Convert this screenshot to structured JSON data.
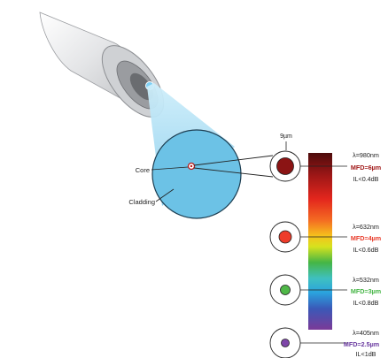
{
  "labels": {
    "core": "Core",
    "cladding": "Cladding",
    "core_diameter": "9µm"
  },
  "wavelengths": [
    {
      "wavelength": "λ=980nm",
      "mfd": "MFD=6µm",
      "il": "IL<0.4dB",
      "color": "#8b1414",
      "mfd_color": "#a01818"
    },
    {
      "wavelength": "λ=632nm",
      "mfd": "MFD=4µm",
      "il": "IL<0.6dB",
      "color": "#ee3c2a",
      "mfd_color": "#e83b2a"
    },
    {
      "wavelength": "λ=532nm",
      "mfd": "MFD=3µm",
      "il": "IL<0.8dB",
      "color": "#4fb848",
      "mfd_color": "#45b545"
    },
    {
      "wavelength": "λ=405nm",
      "mfd": "MFD=2.5µm",
      "il": "IL<1dB",
      "color": "#7d45a8",
      "mfd_color": "#6a3aa0"
    }
  ],
  "colors": {
    "cladding_fill": "#6cc2e6",
    "beam_fill": "#9fd7f0",
    "spectrum_top": "#5a0f0f",
    "spectrum_bottom": "#7a3a9a"
  }
}
